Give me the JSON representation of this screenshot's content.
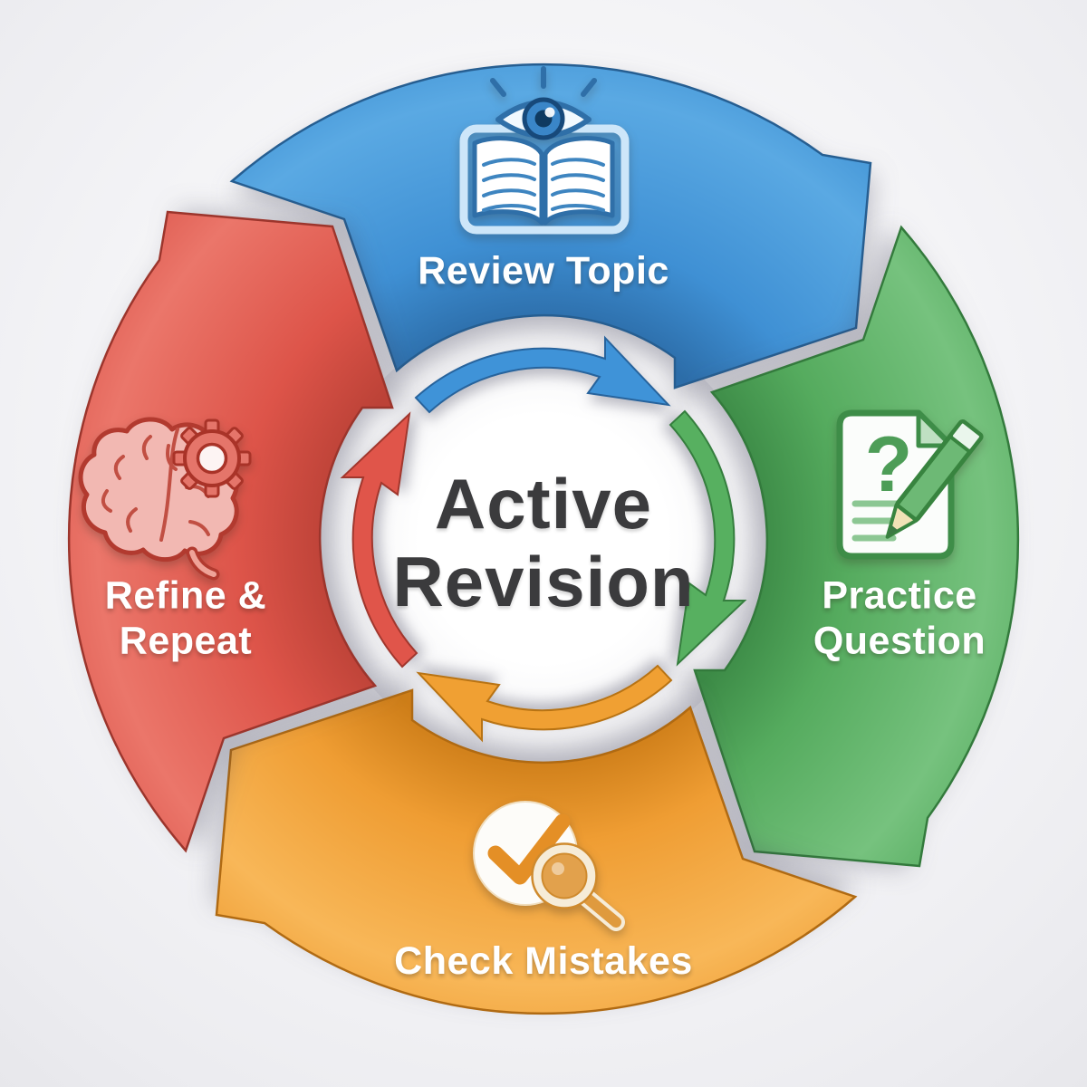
{
  "diagram": {
    "title_line1": "Active",
    "title_line2": "Revision",
    "type": "cycle-diagram",
    "flow_direction": "clockwise",
    "segments": [
      {
        "label": "Review Topic",
        "position": "top",
        "color": "#3f90d4",
        "icon": "book-eye-icon"
      },
      {
        "label": "Practice Question",
        "position": "right",
        "color": "#55ab5e",
        "icon": "question-paper-pencil-icon",
        "icon_glyph": "?"
      },
      {
        "label": "Check Mistakes",
        "position": "bottom",
        "color": "#ef9d33",
        "icon": "check-magnifier-icon"
      },
      {
        "label": "Refine & Repeat",
        "position": "left",
        "color": "#dd5449",
        "icon": "brain-gear-icon"
      }
    ]
  }
}
